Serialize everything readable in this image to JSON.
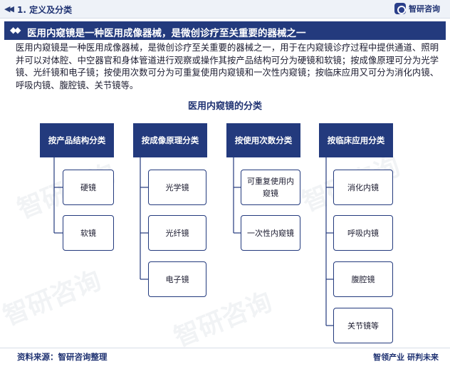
{
  "header": {
    "section_label": "1. 定义及分类",
    "brand_name": "智研咨询"
  },
  "banner": {
    "title": "医用内窥镜是一种医用成像器械，是微创诊疗至关重要的器械之一"
  },
  "intro": {
    "text": "医用内窥镜是一种医用成像器械，是微创诊疗至关重要的器械之一，用于在内窥镜诊疗过程中提供通道、照明并可以对体腔、中空器官和身体管道进行观察或操作其按产品结构可分为硬镜和软镜；按成像原理可分为光学镜、光纤镜和电子镜；按使用次数可分为可重复使用内窥镜和一次性内窥镜；按临床应用又可分为消化内镜、呼吸内镜、腹腔镜、关节镜等。"
  },
  "diagram": {
    "title": "医用内窥镜的分类",
    "columns": [
      {
        "head": "按产品结构分类",
        "items": [
          "硬镜",
          "软镜"
        ]
      },
      {
        "head": "按成像原理分类",
        "items": [
          "光学镜",
          "光纤镜",
          "电子镜"
        ]
      },
      {
        "head": "按使用次数分类",
        "items": [
          "可重复使用内窥镜",
          "一次性内窥镜"
        ]
      },
      {
        "head": "按临床应用分类",
        "items": [
          "消化内镜",
          "呼吸内镜",
          "腹腔镜",
          "关节镜等"
        ]
      }
    ]
  },
  "watermark": {
    "text": "智研咨询"
  },
  "footer": {
    "source": "资料来源：智研咨询整理",
    "brand": "智领产业 研判未来"
  }
}
